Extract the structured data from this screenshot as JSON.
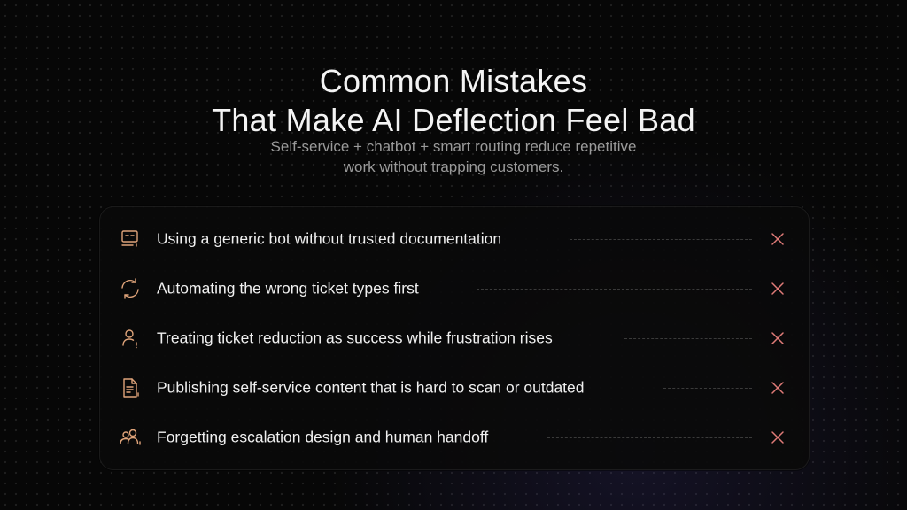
{
  "slide": {
    "title_line1": "Common Mistakes",
    "title_line2": "That Make AI Deflection Feel Bad",
    "subtitle_line1": "Self-service + chatbot + smart routing reduce repetitive",
    "subtitle_line2": "work without trapping customers."
  },
  "colors": {
    "accent": "#e0a47a",
    "x_mark": "#e07b78",
    "background": "#070707"
  },
  "mistakes": [
    {
      "label": "Using a generic bot without trusted documentation",
      "icon": "chat-window-icon"
    },
    {
      "label": "Automating the wrong ticket types first",
      "icon": "refresh-cycle-icon"
    },
    {
      "label": "Treating ticket reduction as success while frustration rises",
      "icon": "user-alert-icon"
    },
    {
      "label": "Publishing self-service content that is hard to scan or outdated",
      "icon": "document-icon"
    },
    {
      "label": "Forgetting escalation design and human handoff",
      "icon": "users-icon"
    }
  ]
}
